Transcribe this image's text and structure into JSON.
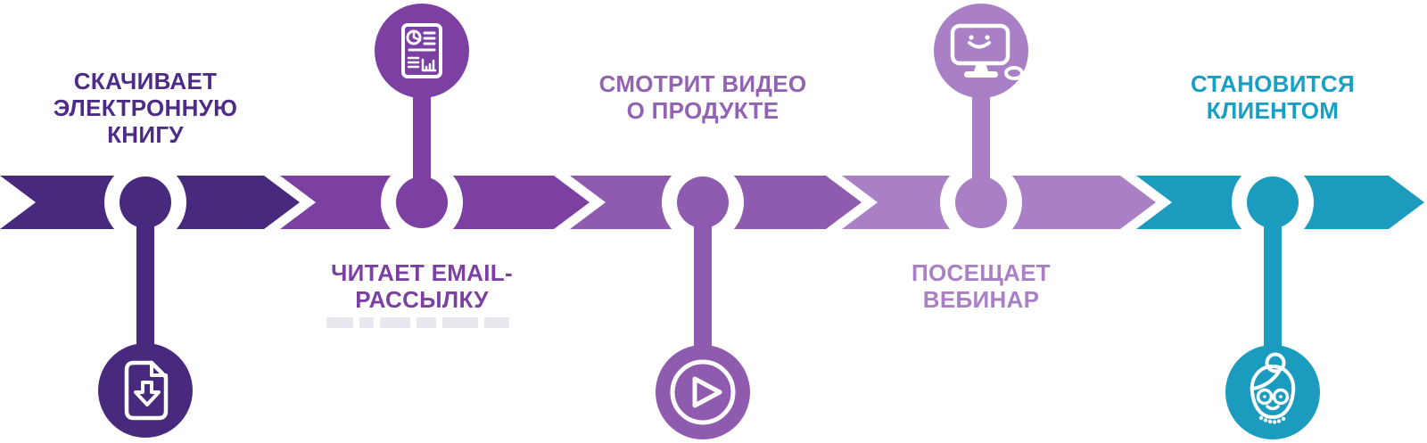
{
  "diagram": {
    "type": "customer-journey-timeline",
    "background_color": "#ffffff",
    "node_ring_color": "#ffffff",
    "icon_stroke_color": "#ffffff",
    "stages": [
      {
        "label": "СКАЧИВАЕТ\nЭЛЕКТРОННУЮ\nКНИГУ",
        "color": "#47297e",
        "label_color": "#4c2c87",
        "label_position": "above",
        "icon": "ebook-download-icon",
        "icon_position": "below"
      },
      {
        "label": "ЧИТАЕТ EMAIL-\nРАССЫЛКУ",
        "color": "#7c40a2",
        "label_color": "#7c40a2",
        "label_position": "below",
        "icon": "report-document-icon",
        "icon_position": "above"
      },
      {
        "label": "СМОТРИТ ВИДЕО\nО ПРОДУКТЕ",
        "color": "#8f5bae",
        "label_color": "#9163b2",
        "label_position": "above",
        "icon": "play-video-icon",
        "icon_position": "below"
      },
      {
        "label": "ПОСЕЩАЕТ\nВЕБИНАР",
        "color": "#a980c5",
        "label_color": "#a980c5",
        "label_position": "below",
        "icon": "webinar-monitor-icon",
        "icon_position": "above"
      },
      {
        "label": "СТАНОВИТСЯ\nКЛИЕНТОМ",
        "color": "#1b9cbe",
        "label_color": "#189fc6",
        "label_position": "above",
        "icon": "client-person-icon",
        "icon_position": "below"
      }
    ]
  }
}
